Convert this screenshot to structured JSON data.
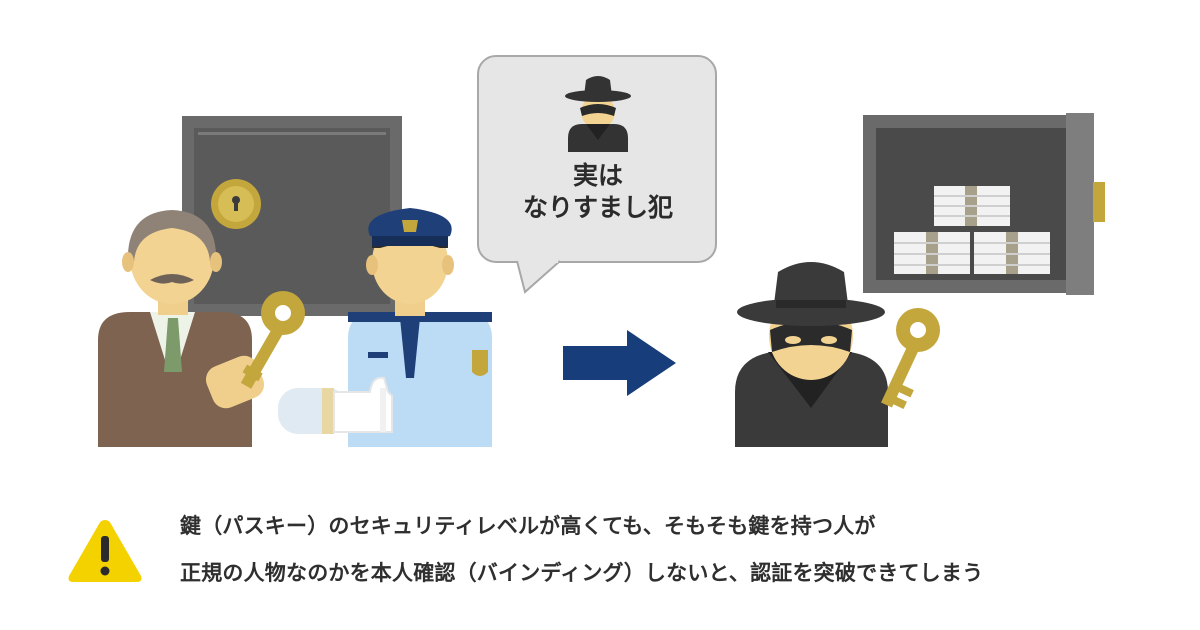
{
  "speech_bubble": {
    "line1": "実は",
    "line2": "なりすまし犯"
  },
  "warning": {
    "icon": "warning-icon",
    "line1": "鍵（パスキー）のセキュリティレベルが高くても、そもそも鍵を持つ人が",
    "line2": "正規の人物なのかを本人確認（バインディング）しないと、認証を突破できてしまう"
  },
  "colors": {
    "arrow": "#173d7a",
    "key": "#c3a63c",
    "safe": "#626262",
    "impostor": "#3a3a3a",
    "officer_uniform": "#bcdcf5",
    "owner_suit": "#7d6350",
    "warning": "#f3d200"
  }
}
